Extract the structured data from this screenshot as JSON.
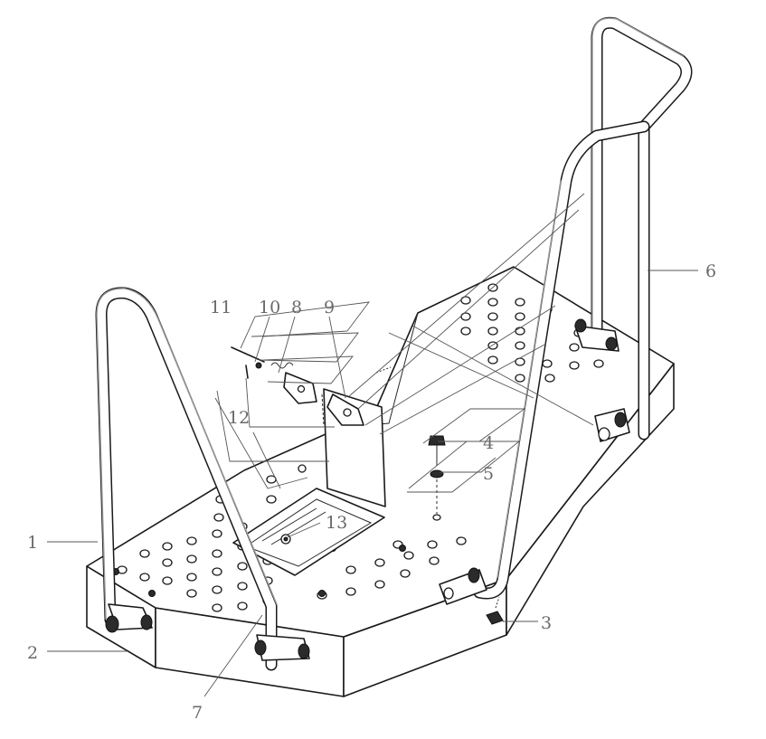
{
  "callouts": [
    {
      "id": "c1",
      "label": "1"
    },
    {
      "id": "c2",
      "label": "2"
    },
    {
      "id": "c3",
      "label": "3"
    },
    {
      "id": "c4",
      "label": "4"
    },
    {
      "id": "c5",
      "label": "5"
    },
    {
      "id": "c6",
      "label": "6"
    },
    {
      "id": "c7",
      "label": "7"
    },
    {
      "id": "c8",
      "label": "8"
    },
    {
      "id": "c9",
      "label": "9"
    },
    {
      "id": "c10",
      "label": "10"
    },
    {
      "id": "c11",
      "label": "11"
    },
    {
      "id": "c12",
      "label": "12"
    },
    {
      "id": "c13",
      "label": "13"
    }
  ],
  "colors": {
    "line": "#1a1a1a",
    "callout_text": "#6a6a6a",
    "background": "#ffffff"
  }
}
